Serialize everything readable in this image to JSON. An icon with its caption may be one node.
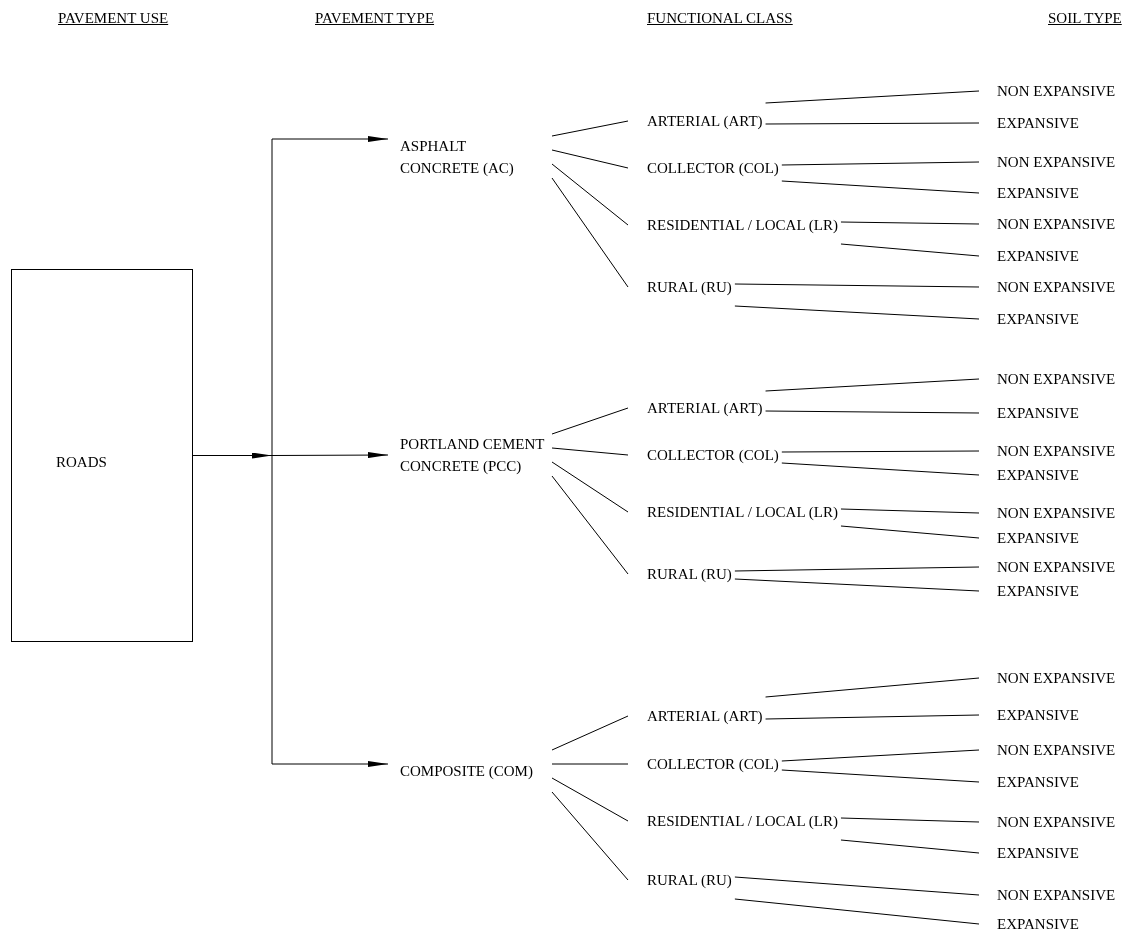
{
  "diagram": {
    "nodes": [
      {
        "text": [
          "ROADS"
        ]
      },
      {
        "text": [
          "ASPHALT CONCRETE (AC)"
        ]
      },
      {
        "text": [
          "ARTERIAL (ART)"
        ]
      },
      {
        "text": [
          "NON EXPANSIVE"
        ]
      },
      {
        "text": [
          "EXPANSIVE"
        ]
      },
      {
        "text": [
          "COLLECTOR (COL)"
        ]
      },
      {
        "text": [
          "NON EXPANSIVE"
        ]
      },
      {
        "text": [
          "EXPANSIVE"
        ]
      },
      {
        "text": [
          "RESIDENTIAL  / LOCAL (LR)"
        ]
      },
      {
        "text": [
          "NON EXPANSIVE"
        ]
      },
      {
        "text": [
          "EXPANSIVE"
        ]
      },
      {
        "text": [
          "RURAL (RU)"
        ]
      },
      {
        "text": [
          "NON EXPANSIVE"
        ]
      },
      {
        "text": [
          "EXPANSIVE"
        ]
      },
      {
        "text": [
          "PORTLAND CEMENT CONCRETE (PCC)"
        ]
      },
      {
        "text": [
          "ARTERIAL (ART)"
        ]
      },
      {
        "text": [
          "NON EXPANSIVE"
        ]
      },
      {
        "text": [
          "EXPANSIVE"
        ]
      },
      {
        "text": [
          "COLLECTOR (COL)"
        ]
      },
      {
        "text": [
          "NON EXPANSIVE"
        ]
      },
      {
        "text": [
          "EXPANSIVE"
        ]
      },
      {
        "text": [
          "RESIDENTIAL  / LOCAL (LR)"
        ]
      },
      {
        "text": [
          "NON EXPANSIVE"
        ]
      },
      {
        "text": [
          "EXPANSIVE"
        ]
      },
      {
        "text": [
          "RURAL (RU)"
        ]
      },
      {
        "text": [
          "NON EXPANSIVE"
        ]
      },
      {
        "text": [
          "EXPANSIVE"
        ]
      },
      {
        "text": [
          "COMPOSITE (COM)"
        ]
      },
      {
        "text": [
          "ARTERIAL (ART)"
        ]
      },
      {
        "text": [
          "NON EXPANSIVE"
        ]
      },
      {
        "text": [
          "EXPANSIVE"
        ]
      },
      {
        "text": [
          "COLLECTOR (COL)"
        ]
      },
      {
        "text": [
          "NON EXPANSIVE"
        ]
      },
      {
        "text": [
          "EXPANSIVE"
        ]
      },
      {
        "text": [
          "RESIDENTIAL  / LOCAL (LR)"
        ]
      },
      {
        "text": [
          "NON EXPANSIVE"
        ]
      },
      {
        "text": [
          "EXPANSIVE"
        ]
      },
      {
        "text": [
          "RURAL (RU)"
        ]
      },
      {
        "text": [
          "NON EXPANSIVE"
        ]
      },
      {
        "text": [
          "EXPANSIVE"
        ]
      }
    ],
    "edges": [
      {
        "from": 0,
        "to": 1,
        "arrow": "to"
      },
      {
        "from": 0,
        "to": 14,
        "arrow": "to"
      },
      {
        "from": 0,
        "to": 27,
        "arrow": "to"
      },
      {
        "from": 1,
        "to": 2,
        "arrow": "none"
      },
      {
        "from": 1,
        "to": 5,
        "arrow": "none"
      },
      {
        "from": 1,
        "to": 8,
        "arrow": "none"
      },
      {
        "from": 1,
        "to": 11,
        "arrow": "none"
      },
      {
        "from": 2,
        "to": 3,
        "arrow": "none"
      },
      {
        "from": 2,
        "to": 4,
        "arrow": "none"
      },
      {
        "from": 5,
        "to": 6,
        "arrow": "none"
      },
      {
        "from": 5,
        "to": 7,
        "arrow": "none"
      },
      {
        "from": 8,
        "to": 9,
        "arrow": "none"
      },
      {
        "from": 8,
        "to": 10,
        "arrow": "none"
      },
      {
        "from": 11,
        "to": 12,
        "arrow": "none"
      },
      {
        "from": 11,
        "to": 13,
        "arrow": "none"
      },
      {
        "from": 14,
        "to": 15,
        "arrow": "none"
      },
      {
        "from": 14,
        "to": 18,
        "arrow": "none"
      },
      {
        "from": 14,
        "to": 21,
        "arrow": "none"
      },
      {
        "from": 14,
        "to": 24,
        "arrow": "none"
      },
      {
        "from": 15,
        "to": 16,
        "arrow": "none"
      },
      {
        "from": 15,
        "to": 17,
        "arrow": "none"
      },
      {
        "from": 18,
        "to": 19,
        "arrow": "none"
      },
      {
        "from": 18,
        "to": 20,
        "arrow": "none"
      },
      {
        "from": 21,
        "to": 22,
        "arrow": "none"
      },
      {
        "from": 21,
        "to": 23,
        "arrow": "none"
      },
      {
        "from": 24,
        "to": 25,
        "arrow": "none"
      },
      {
        "from": 24,
        "to": 26,
        "arrow": "none"
      },
      {
        "from": 27,
        "to": 28,
        "arrow": "none"
      },
      {
        "from": 27,
        "to": 31,
        "arrow": "none"
      },
      {
        "from": 27,
        "to": 34,
        "arrow": "none"
      },
      {
        "from": 27,
        "to": 37,
        "arrow": "none"
      },
      {
        "from": 28,
        "to": 29,
        "arrow": "none"
      },
      {
        "from": 28,
        "to": 30,
        "arrow": "none"
      },
      {
        "from": 31,
        "to": 32,
        "arrow": "none"
      },
      {
        "from": 31,
        "to": 33,
        "arrow": "none"
      },
      {
        "from": 34,
        "to": 35,
        "arrow": "none"
      },
      {
        "from": 34,
        "to": 36,
        "arrow": "none"
      },
      {
        "from": 37,
        "to": 38,
        "arrow": "none"
      },
      {
        "from": 37,
        "to": 39,
        "arrow": "none"
      }
    ],
    "labels": [
      "PAVEMENT USE",
      "PAVEMENT TYPE",
      "FUNCTIONAL CLASS",
      "SOIL TYPE"
    ]
  }
}
